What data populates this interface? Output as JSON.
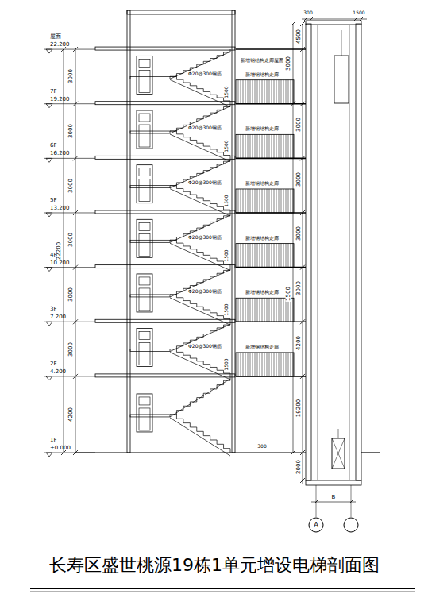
{
  "diagram": {
    "title": "长寿区盛世桃源19栋1单元增设电梯剖面图",
    "labels": [
      "屋面",
      "22.200",
      "7F",
      "19.200",
      "6F",
      "16.200",
      "5F",
      "13.200",
      "4F",
      "10.200",
      "3F",
      "7.200",
      "2F",
      "4.200",
      "1F",
      "±0.000",
      "3000",
      "3000",
      "3000",
      "3000",
      "3000",
      "3000",
      "4200",
      "22200",
      "1500",
      "1500",
      "1500",
      "1500",
      "1500",
      "1500",
      "Φ20@300钢筋",
      "Φ20@300钢筋",
      "Φ20@300钢筋",
      "Φ20@300钢筋",
      "Φ20@300钢筋",
      "Φ20@300钢筋",
      "新增钢结构走廊屋面",
      "新增钢结构走廊",
      "新增钢结构走廊",
      "新增钢结构走廊",
      "新增钢结构走廊",
      "新增钢结构走廊",
      "新增钢结构走廊",
      "300",
      "300",
      "1500",
      "4500",
      "3000",
      "3000",
      "3000",
      "3000",
      "3000",
      "4200",
      "19200",
      "1500",
      "2000",
      "B",
      "A"
    ]
  }
}
